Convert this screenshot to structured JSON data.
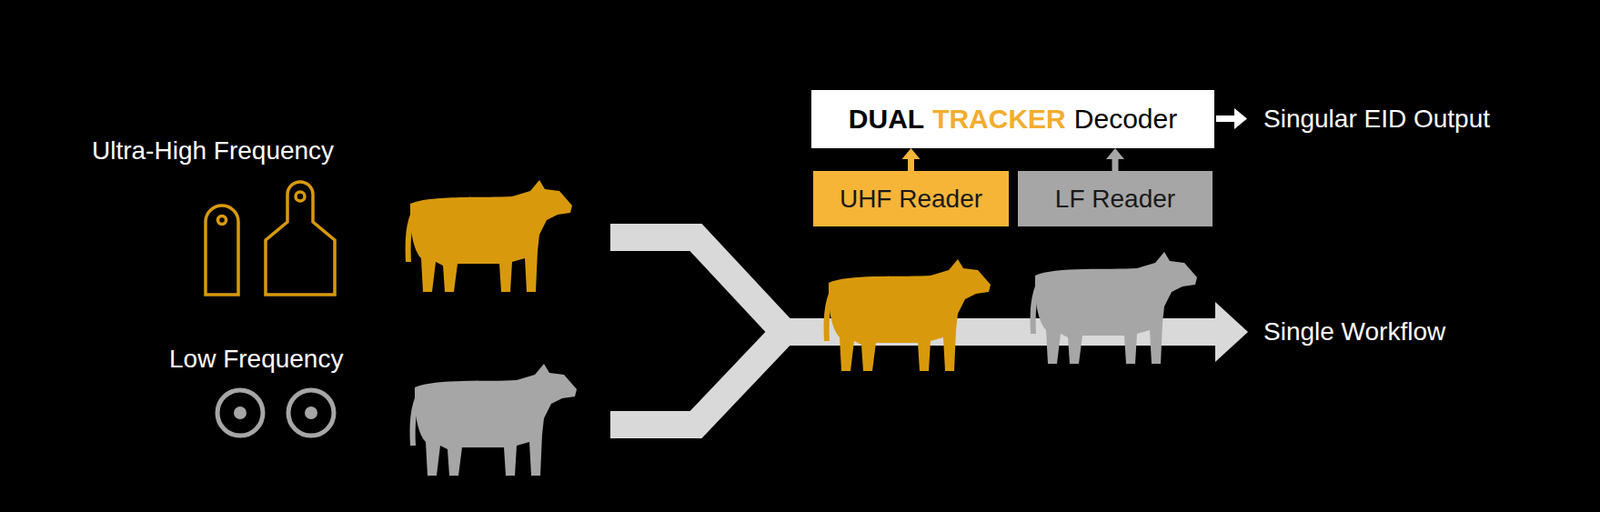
{
  "diagram": {
    "nodes": [
      {
        "text": [
          "DUAL",
          "TRACKER",
          "Decoder"
        ]
      },
      {
        "text": [
          "UHF Reader"
        ]
      },
      {
        "text": [
          "LF Reader"
        ]
      }
    ],
    "edges": [
      {
        "from": 1,
        "to": 0,
        "arrow": "to"
      },
      {
        "from": 2,
        "to": 0,
        "arrow": "to"
      }
    ],
    "labels": [
      "Ultra-High Frequency",
      "Low Frequency",
      "Singular EID Output",
      "Single Workflow"
    ]
  }
}
